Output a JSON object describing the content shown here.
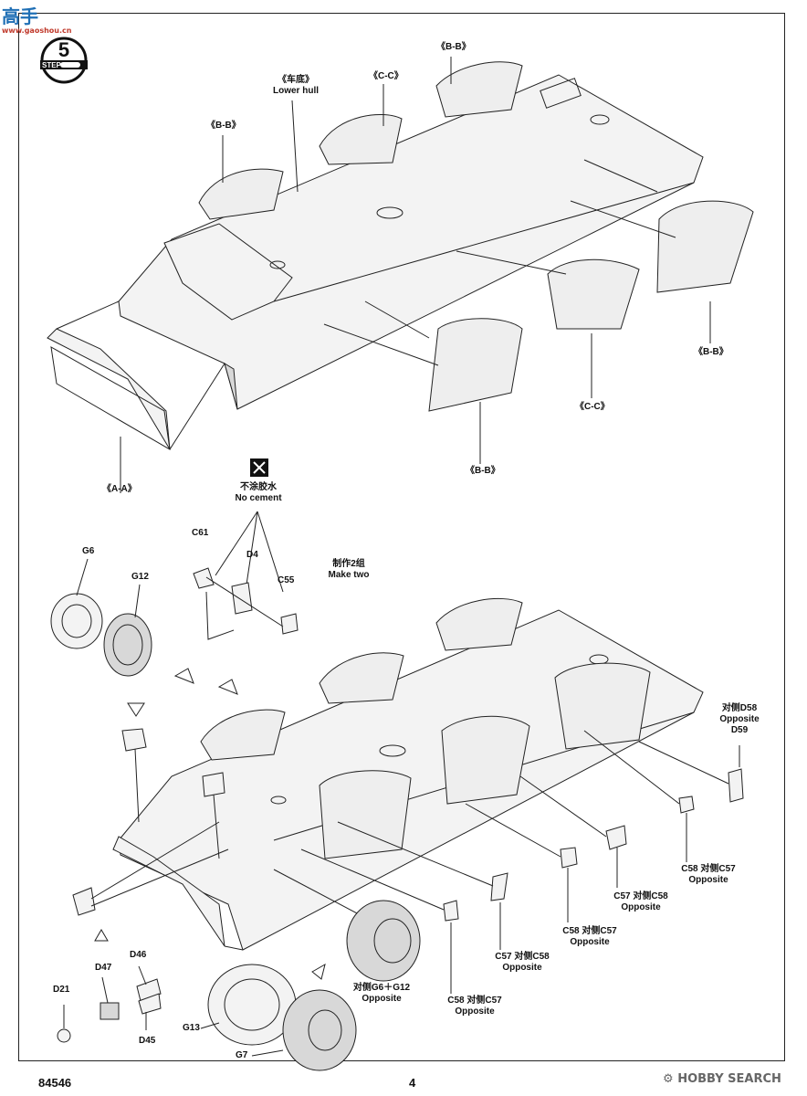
{
  "watermark_top": {
    "chars": "高手",
    "site": "www.gaoshou.cn"
  },
  "step": {
    "number": "5",
    "word": "STEP"
  },
  "top": {
    "lower_hull_cn": "《车底》",
    "lower_hull_en": "Lower hull",
    "bb_1": "《B-B》",
    "cc_1": "《C-C》",
    "bb_2": "《B-B》",
    "bb_3": "《B-B》",
    "cc_2": "《C-C》",
    "bb_4": "《B-B》",
    "aa": "《A-A》"
  },
  "no_cement": {
    "cn": "不涂胶水",
    "en": "No cement"
  },
  "parts": {
    "c61": "C61",
    "d4": "D4",
    "c55": "C55",
    "make_two_cn": "制作2组",
    "make_two_en": "Make two",
    "g6": "G6",
    "g12": "G12",
    "d58_cn": "对侧D58",
    "d58_en": "Opposite",
    "d59": "D59",
    "c58a": "C58 对侧C57",
    "c58a_en": "Opposite",
    "c57a": "C57 对侧C58",
    "c57a_en": "Opposite",
    "c58b": "C58 对侧C57",
    "c58b_en": "Opposite",
    "c57b": "C57 对侧C58",
    "c57b_en": "Opposite",
    "c58c": "C58 对侧C57",
    "c58c_en": "Opposite",
    "g6g12": "对侧G6＋G12",
    "g6g12_en": "Opposite",
    "d46": "D46",
    "d47": "D47",
    "d21": "D21",
    "d45": "D45",
    "g13": "G13",
    "g7": "G7"
  },
  "footer": {
    "code": "84546",
    "page": "4",
    "brand": "HOBBY SEARCH"
  }
}
